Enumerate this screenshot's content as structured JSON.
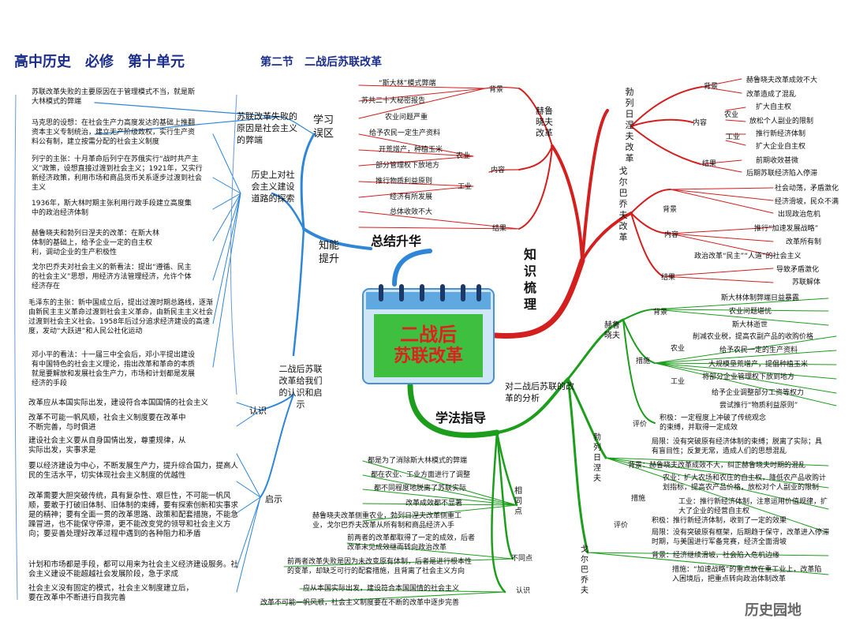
{
  "header": {
    "title_main": "高中历史　必修　第十单元",
    "title_sub": "第二节　二战后苏联改革"
  },
  "center": {
    "line1": "二战后",
    "line2": "苏联改革"
  },
  "branches": {
    "summary": "总结升华",
    "knowledge": "知识梳理",
    "method": "学法指导"
  },
  "left_top": {
    "misconception": "学习误区",
    "misconception_reason": "苏联改革失败的原因是社会主义的弊端",
    "misconception_note1": "苏联改革失败的主要原因在于管理模式不当，就是斯大林模式的弊端",
    "ability": "知能提升",
    "history_label": "历史上对社会主义建设道路的探索",
    "marx": "马克思的设想：在社会生产力高度发达的基础上推翻资本主义专制统治，建立无产阶级政权，实行生产资料公有制，建立按需分配的社会主义制度",
    "lenin": "列宁的主张：十月革命后列宁在苏俄实行“战时共产主义”政策，设想直接过渡到社会主义；1921年，又实行新经济政策，利用市场和商品货币关系逐步过渡到社会主义",
    "stalin": "1936年，斯大林时期主张利用行政手段建立高度集中的政治经济体制",
    "khrushchev": "赫鲁晓夫和勃列日涅夫的改革：在斯大林体制的基础上，给予企业一定的自主权利，调动企业的生产积极性",
    "gorbachev": "戈尔巴乔夫对社会主义的新看法：提出“遵循、民主的社会主义”思想，用经济方法管理经济，允许个体经济存在",
    "mao": "毛泽东的主张：新中国成立后，提出过渡时期总路线，逐渐由新民主主义革命过渡到社会主义革命，由新民主主义社会过渡到社会主义社会。1958年后过分追求经济建设的高速度，发动“大跃进”和人民公社化运动",
    "deng": "邓小平的看法：十一届三中全会后，邓小平提出建设有中国特色的社会主义理论，指出改革和革命的本质就是要解放和发展社会生产力，市场和计划都是发展经济的手段"
  },
  "left_bottom": {
    "lesson_label": "二战后苏联改革给我们的认识和启示",
    "recognize": "认识",
    "rec1": "改革应从本国实际出发，建设符合本国国情的社会主义",
    "rec2": "改革不可能一帆风顺，社会主义制度要在改革中不断完善，与时俱进",
    "inspire": "启示",
    "ins1": "建设社会主义要从自身国情出发，尊重规律，从实际出发，实事求是",
    "ins2": "要以经济建设为中心，不断发展生产力，提升综合国力，提高人民的生活水平，切实体现社会主义制度的优越性",
    "ins3": "改革需要大胆突破传统，具有复杂性、艰巨性，不可能一帆风顺，要敢于打破旧体制、旧体制的束缚，要有探索创新和实事求是的精神；要有全面一贯的改革思路、政策和配套措施，不能急躁冒进，也不能保守停滞，更不能改变党的领导和社会主义方向；要妥善处理好改革过程中遇到的各种阻力和矛盾",
    "ins4": "计划和市场都是手段，都可以用来为社会主义经济建设服务。社会主义建设不能超越社会发展阶段，急于求成",
    "ins5": "社会主义没有固定的模式，社会主义制度建立后，要在改革中不断进行自我完善"
  },
  "khrushchev_reform": {
    "label": "赫鲁晓夫改革",
    "background": "背景",
    "bg1": "“斯大林”模式弊端",
    "bg2": "苏共二十大秘密报告",
    "bg3": "农业问题严重",
    "content": "内容",
    "agri": "农业",
    "indus": "工业",
    "c1": "给予农民一定生产资料",
    "c2": "开荒增产，种植玉米",
    "c3": "部分管理权下放地方",
    "c4": "推行物质利益原则",
    "c5": "经济有所发展",
    "c6": "总体收效不大",
    "result": "结果"
  },
  "brezhnev_reform": {
    "label": "勃列日涅夫改革",
    "background": "背景",
    "bg1": "赫鲁晓夫改革成效不大",
    "bg2": "改革造成了混乱",
    "content": "内容",
    "agri": "农业",
    "indus": "工业",
    "c1": "扩大自主权",
    "c2": "放松个人副业的限制",
    "c3": "推行新经济体制",
    "c4": "扩大企业自主权",
    "result": "结果",
    "r1": "前期收效甚微",
    "r2": "后期苏联经济陷入停滞"
  },
  "gorbachev_reform": {
    "label": "戈尔巴乔夫改革",
    "background": "背景",
    "bg1": "社会动荡，矛盾激化",
    "bg2": "经济滑坡，民众不满",
    "bg3": "出现政治危机",
    "content": "内容",
    "c1": "推行“加速发展战略”",
    "c2": "改革所有制",
    "c3": "政治改革“民主”“人道”的社会主义",
    "result": "结果",
    "r1": "导致矛盾激化",
    "r2": "苏联解体"
  },
  "analysis": {
    "label": "对二战后苏联的改革的分析",
    "kh": "赫鲁晓夫",
    "bg": "背景",
    "kbg1": "斯大林体制弊端日益暴露",
    "kbg2": "农业问题堪忧",
    "kbg3": "斯大林逝世",
    "measures": "措施",
    "agri": "农业",
    "indus": "工业",
    "km1": "削减农业税，提高农副产品的收购价格",
    "km2": "给予农民一定的生产资料",
    "km3": "大规模垦荒增产，提倡种植玉米",
    "km4": "将部分企业管理权下放到地方",
    "km5": "给予企业调整部分工资等权力",
    "km6": "尝试推行“物质利益原则”",
    "eval": "评价",
    "ke1": "积极：一定程度上冲破了传统观念的束缚，并取得一定成效",
    "ke2": "局限：没有突破原有经济体制的束缚；脱离了实际；具有盲目性；反复无常，造成人们的思想混乱",
    "br": "勃列日涅夫",
    "bbg": "背景：赫鲁晓夫改革成效不大，纠正赫鲁晓夫时期的混乱",
    "bm1": "农业：扩大农场和农庄的自主权，降低农产品收购计划指标，提高农产品价格，放松对个人副业的限制",
    "bm2": "工业：推行新经济体制，注意运用价值规律，扩大了企业的经营自主权",
    "be1": "积极：推行新经济体制，收到了一定的效果",
    "be2": "局限：没有突破原有框架，后期趋于保守，改革进入停滞时期，与美国进行军备竞赛，经济全面滑坡",
    "go": "戈尔巴乔夫",
    "gbg": "背景：经济继续滑坡，社会陷入危机边缘",
    "gm": "措施：“加速战略”的重点放在重工业上，改革陷入困境后，把重点转向政治体制改革"
  },
  "compare": {
    "same": "相同点",
    "s1": "都是为了消除斯大林模式的弊端",
    "s2": "都在农业、工业方面进行了调整",
    "s3": "都不同程度地脱离了苏联实际",
    "s4": "改革成效都不显著",
    "diff": "不同点",
    "d1": "赫鲁晓夫改革侧重农业，勃列日涅夫改革侧重工业，戈尔巴乔夫改革从所有制和商品经济入手",
    "d2": "前两者的改革都取得了一定的成效，后者改革未见成效继而转向政治改革",
    "d3": "前两者改革失败是因为未改变原有体制，后者是进行根本性的变革，却缺乏可行的配套措施，且背离了社会主义方向",
    "recog": "认识",
    "r1": "应从本国实际出发，建设符合本国国情的社会主义",
    "r2": "改革不可能一帆风顺，社会主义制度要在不断的改革中逐步完善"
  },
  "watermark": "历史园地",
  "colors": {
    "knowledge": "#d11a1a",
    "method": "#1aa01a",
    "summary": "#2a7fd4",
    "title": "#1a2d8a"
  }
}
